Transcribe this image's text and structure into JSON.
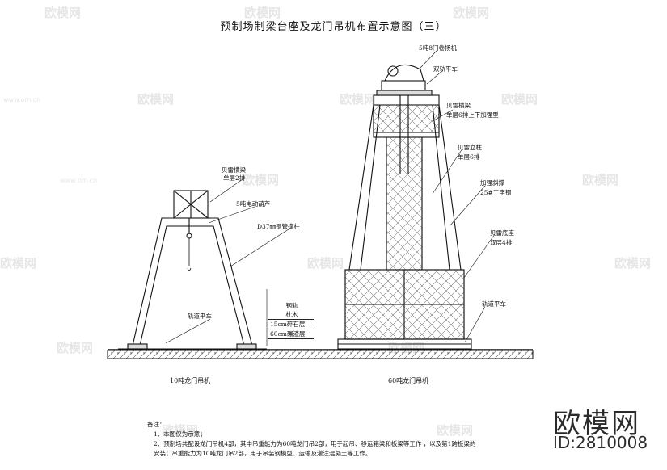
{
  "title": "预制场制梁台座及龙门吊机布置示意图（三）",
  "left_crane": {
    "caption": "10吨龙门吊机",
    "labels": {
      "beam": "贝雷横梁",
      "beam_spec": "单层2排",
      "hoist": "5吨电动葫芦",
      "column": "D37㎜钢管撑柱",
      "rail": "轨道平车"
    }
  },
  "right_crane": {
    "caption": "60吨龙门吊机",
    "labels": {
      "winch": "5吨8门卷扬机",
      "trolley": "双轨平车",
      "beam": "贝雷横梁",
      "beam_spec": "单层6排上下加强型",
      "column": "贝雷立柱",
      "column_spec": "单层6排",
      "brace": "加强斜撑",
      "brace_spec": "25#工字钢",
      "base": "贝雷底座",
      "base_spec": "双层4排",
      "rail": "轨道平车"
    }
  },
  "foundation_layers": [
    "钢轨",
    "枕木",
    "15cm碎石层",
    "60cm碾渣层"
  ],
  "notes": {
    "heading": "备注：",
    "items": [
      "1、本图仅为示意；",
      "2、预制场共配设龙门吊机4部，其中吊重能力为60吨龙门吊2部，用于起吊、移运箱梁和板梁等工作 ，以及第1跨板梁的",
      "安装；吊重能力为10吨龙门吊2部，用于吊装钢模型、运输及灌注混凝土等工作。"
    ]
  },
  "watermark": {
    "text": "欧模网",
    "domain": "www.om.cn",
    "brand": "欧模网",
    "id": "ID:2810008"
  }
}
